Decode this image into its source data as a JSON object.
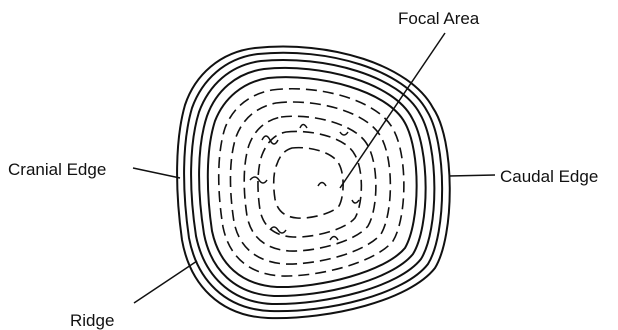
{
  "labels": {
    "focal_area": "Focal Area",
    "cranial_edge": "Cranial Edge",
    "caudal_edge": "Caudal Edge",
    "ridge": "Ridge"
  },
  "colors": {
    "ink": "#111111",
    "background": "#ffffff"
  }
}
